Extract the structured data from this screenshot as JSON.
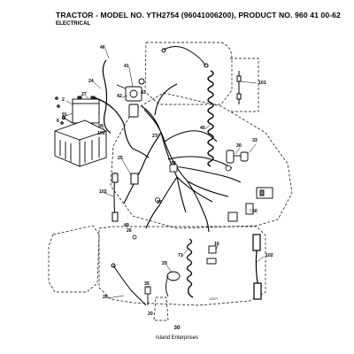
{
  "header": {
    "title": "TRACTOR - MODEL NO. YTH2754 (96041006200), PRODUCT NO. 960 41 00-62",
    "subtitle": "ELECTRICAL"
  },
  "callouts": [
    "46",
    "41",
    "24",
    "42",
    "43",
    "27",
    "2",
    "91",
    "6",
    "99",
    "100",
    "27",
    "101",
    "40",
    "30",
    "33",
    "25",
    "34",
    "102",
    "39",
    "49",
    "26",
    "16",
    "71",
    "102",
    "29",
    "35",
    "28",
    "20",
    "50"
  ],
  "footer": {
    "page_number": "30",
    "publisher": "Island Enterprises",
    "drawing_ref": "110677"
  }
}
